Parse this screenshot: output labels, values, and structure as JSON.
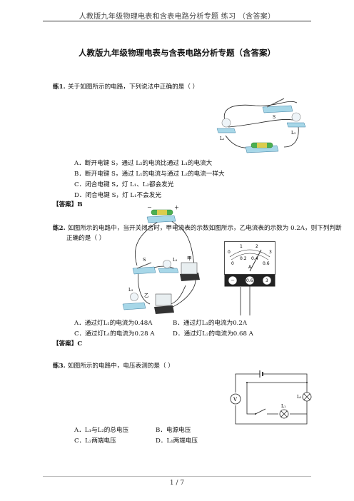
{
  "header": {
    "text": "人教版九年级物理电表和含表电路分析专题 练习 （含答案）"
  },
  "title": "人教版九年级物理电表与含表电路分析专题（含答案）",
  "q1": {
    "num": "练1.",
    "stem": "关于如图所示的电路，下列说法中正确的是（ ）",
    "options": [
      "A．断开电键 S，通过 L₂的电流比通过 L₁的电流大",
      "B．断开电键 S，通过 L₁的电流与通过 L₂的电流一样大",
      "C．闭合电键 S，灯 L₁、L₂都会发光",
      "D．闭合电键 S，灯 L₁不会发光"
    ],
    "answer": "【答案】B",
    "fig": {
      "s": "S",
      "l1": "L₁",
      "l2": "L₂"
    }
  },
  "q2": {
    "num": "练2.",
    "stem": "如图所示的电路中，当开关闭合时，甲电流表的示数如图所示，乙电流表的示数为 0.2A，则下列判断",
    "stem2": "正确的是（ ）",
    "options": [
      "A．通过灯L₁的电流为0.48A",
      "B．通过灯L₁的电流为0.2A",
      "C．通过灯L₁的电流为0.28 A",
      "D．通过灯L₂的电流为0.68 A"
    ],
    "answer": "【答案】C",
    "fig": {
      "s": "S",
      "l1": "L₁",
      "l2": "L₂",
      "jia": "甲",
      "yi": "乙",
      "minus": "－",
      "plus": "＋"
    },
    "meter": {
      "t0": "0",
      "t1": "1",
      "t2": "2",
      "t3": "3",
      "s0": "0",
      "s02": "0.2",
      "s04": "0.4",
      "s06": "0.6",
      "unit": "A",
      "term_minus": "－",
      "term_06": "0.6",
      "term_3": "3"
    }
  },
  "q3": {
    "num": "练3.",
    "stem": "如图所示的电路中，电压表测的是（ ）",
    "options": [
      "A．L₁与L₂的总电压",
      "B．电源电压",
      "C．L₂两端电压",
      "D．L₁两端电压"
    ],
    "fig": {
      "v": "V",
      "l1": "L₁",
      "l2": "L₂"
    }
  },
  "footer": "1 / 7"
}
